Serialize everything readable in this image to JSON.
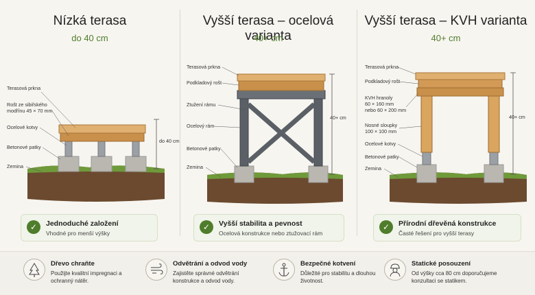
{
  "panels": [
    {
      "title": "Nízká terasa",
      "height_note": "do 40 cm",
      "labels": [
        "Terasová prkna",
        "Rošt ze sibiřského\nmodřínu 45 × 70 mm",
        "Ocelové kotvy",
        "Betonové patky",
        "Zemina"
      ],
      "dimension": "do 40 cm",
      "card_title": "Jednoduché založení",
      "card_text": "Vhodné pro menší výšky"
    },
    {
      "title": "Vyšší terasa – ocelová varianta",
      "height_note": "40+ cm",
      "labels": [
        "Terasová prkna",
        "Podkladový rošt",
        "Ztužení rámu",
        "Ocelový rám",
        "Betonové patky",
        "Zemina"
      ],
      "dimension": "40+ cm",
      "card_title": "Vyšší stabilita a pevnost",
      "card_text": "Ocelová konstrukce nebo ztužovací rám"
    },
    {
      "title": "Vyšší terasa – KVH varianta",
      "height_note": "40+ cm",
      "labels": [
        "Terasová prkna",
        "Podkladový rošt",
        "KVH hranoly\n60 × 160 mm\nnebo 60 × 200 mm",
        "Nosné sloupky\n100 × 100 mm",
        "Ocelové kotvy",
        "Betonové patky",
        "Zemina"
      ],
      "dimension": "40+ cm",
      "card_title": "Přírodní dřevěná konstrukce",
      "card_text": "Časté řešení pro vyšší terasy"
    }
  ],
  "features": [
    {
      "icon": "tree-icon",
      "title": "Dřevo chraňte",
      "text": "Použijte kvalitní impregnaci a ochranný nátěr."
    },
    {
      "icon": "wind-icon",
      "title": "Odvětrání a odvod vody",
      "text": "Zajistěte správné odvětrání konstrukce a odvod vody."
    },
    {
      "icon": "anchor-icon",
      "title": "Bezpečné kotvení",
      "text": "Důležité pro stabilitu a dlouhou životnost."
    },
    {
      "icon": "engineer-icon",
      "title": "Statické posouzení",
      "text": "Od výšky cca 80 cm doporučujeme konzultaci se statikem."
    }
  ],
  "colors": {
    "accent": "#4f7d2c",
    "wood": "#d9a55f",
    "steel": "#5a6066",
    "concrete": "#b9b7b0",
    "soil": "#6b4a2f"
  }
}
